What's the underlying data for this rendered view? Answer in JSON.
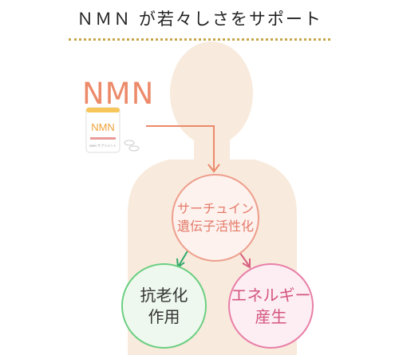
{
  "title": "ＮＭＮ が若々しさをサポート",
  "product": {
    "label": "NMN",
    "package_brand": "NMN",
    "package_text": "NMN サプリメント"
  },
  "nodes": {
    "sirtuin": {
      "line1": "サーチュイン",
      "line2": "遺伝子活性化"
    },
    "anti_aging": {
      "line1": "抗老化",
      "line2": "作用"
    },
    "energy": {
      "line1": "エネルギー",
      "line2": "産生"
    }
  },
  "colors": {
    "body_silhouette": "#f8eadc",
    "nmn_label": "#ec8a6a",
    "title_divider": "#c7a64a",
    "arrow_main": "#ec8a6a",
    "arrow_anti": "#2fa86a",
    "arrow_energy": "#d9607f",
    "anti_border": "#6ccf82",
    "energy_border": "#e87fa7",
    "sirtuin_border": "#ee9e8c"
  }
}
